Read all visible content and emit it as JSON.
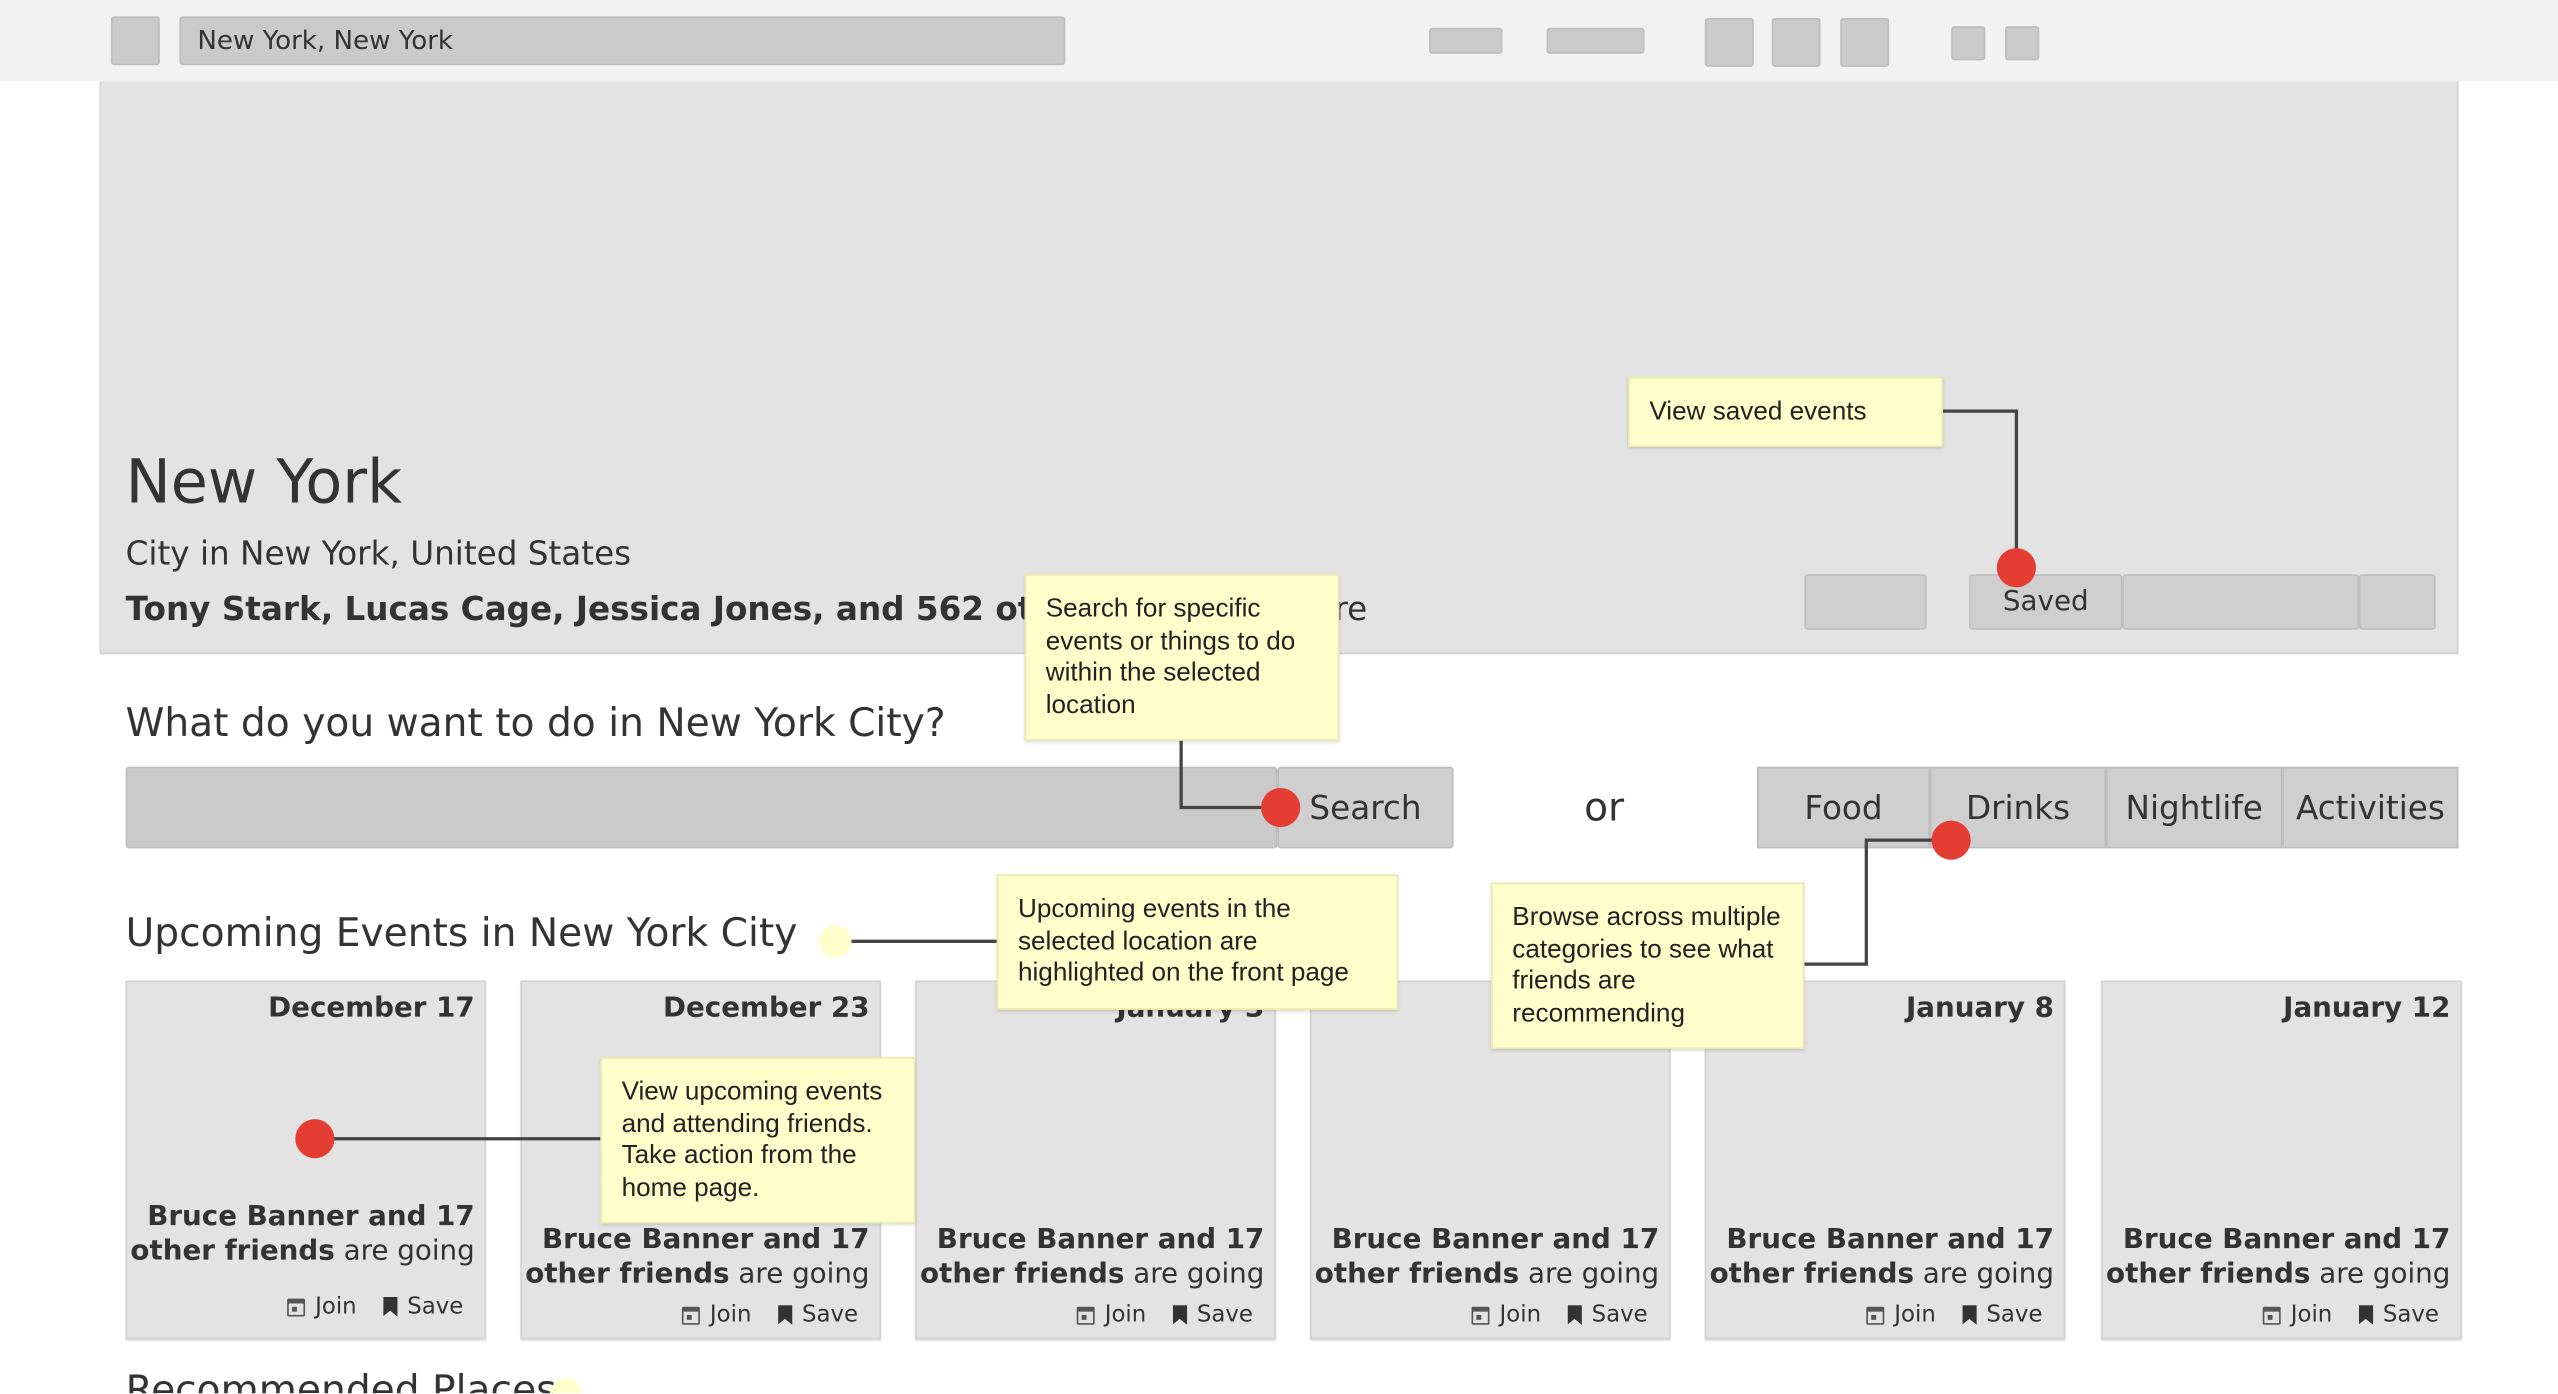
{
  "topbar": {
    "location_value": "New York, New York"
  },
  "hero": {
    "title": "New York",
    "subtitle": "City in New York, United States",
    "friends_text": "Tony Stark, Lucas Cage, Jessica Jones, and 562 other fr",
    "friends_tail": "re",
    "saved_label": "Saved"
  },
  "search": {
    "question": "What do you want to do in New York City?",
    "button_label": "Search",
    "or_label": "or"
  },
  "categories": [
    "Food",
    "Drinks",
    "Nightlife",
    "Activities"
  ],
  "events_section": {
    "heading": "Upcoming Events in New York City",
    "join_label": "Join",
    "save_label": "Save",
    "events": [
      {
        "date": "December 17",
        "friends_bold": "Bruce Banner and 17 other friends",
        "friends_rest": " are going"
      },
      {
        "date": "December 23",
        "friends_bold": "Bruce Banner and 17 other friends",
        "friends_rest": " are going"
      },
      {
        "date": "January 3",
        "friends_bold": "Bruce Banner and 17 other friends",
        "friends_rest": " are going"
      },
      {
        "date": "",
        "friends_bold": "Bruce Banner and 17 other friends",
        "friends_rest": " are going"
      },
      {
        "date": "January 8",
        "friends_bold": "Bruce Banner and 17 other friends",
        "friends_rest": " are going"
      },
      {
        "date": "January 12",
        "friends_bold": "Bruce Banner and 17 other friends",
        "friends_rest": " are going"
      }
    ]
  },
  "recommended_heading": "Recommended Places",
  "annotations": {
    "saved": "View saved events",
    "search": "Search for specific events or things to do within the selected location",
    "upcoming": "Upcoming events in the selected location are highlighted on the front page",
    "categories": "Browse across multiple categories to see what friends are recommending",
    "cards": "View upcoming events and attending friends. Take action from the home page."
  },
  "colors": {
    "annotation_bg": "#ffffcc",
    "marker_red": "#e43d32",
    "hero_bg": "#e3e3e3",
    "button_grey": "#cacaca"
  }
}
